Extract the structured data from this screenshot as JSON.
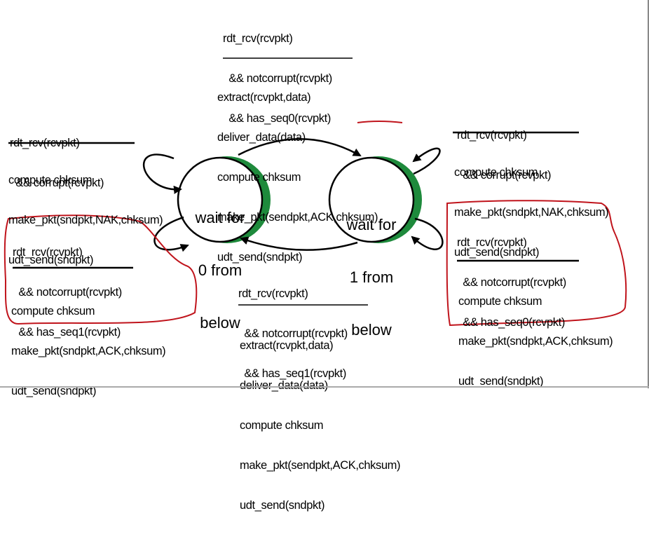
{
  "states": [
    {
      "id": "s0",
      "lines": [
        "wait for",
        "0 from",
        "below"
      ]
    },
    {
      "id": "s1",
      "lines": [
        "wait for",
        "1 from",
        "below"
      ]
    }
  ],
  "transitions": {
    "top": {
      "event": [
        "rdt_rcv(rcvpkt)",
        "  && notcorrupt(rcvpkt)",
        "  && has_seq0(rcvpkt)"
      ],
      "action": [
        "extract(rcvpkt,data)",
        "deliver_data(data)",
        "compute chksum",
        "make_pkt(sendpkt,ACK,chksum)",
        "udt_send(sndpkt)"
      ]
    },
    "left_upper": {
      "event": [
        "rdt_rcv(rcvpkt)",
        "  && corrupt(rcvpkt)"
      ],
      "action": [
        "compute chksum",
        "make_pkt(sndpkt,NAK,chksum)",
        "udt_send(sndpkt)"
      ]
    },
    "right_upper": {
      "event": [
        "rdt_rcv(rcvpkt)",
        "  && corrupt(rcvpkt)"
      ],
      "action": [
        "compute chksum",
        "make_pkt(sndpkt,NAK,chksum)",
        "udt_send(sndpkt)"
      ]
    },
    "left_lower": {
      "event": [
        "rdt_rcv(rcvpkt)",
        "  && notcorrupt(rcvpkt)",
        "  && has_seq1(rcvpkt)"
      ],
      "action": [
        "compute chksum",
        "make_pkt(sndpkt,ACK,chksum)",
        "udt_send(sndpkt)"
      ]
    },
    "right_lower": {
      "event": [
        "rdt_rcv(rcvpkt)",
        "  && notcorrupt(rcvpkt)",
        "  && has_seq0(rcvpkt)"
      ],
      "action": [
        "compute chksum",
        "make_pkt(sndpkt,ACK,chksum)",
        "udt_send(sndpkt)"
      ]
    },
    "bottom": {
      "event": [
        "rdt_rcv(rcvpkt)",
        "  && notcorrupt(rcvpkt)",
        "  && has_seq1(rcvpkt)"
      ],
      "action": [
        "extract(rcvpkt,data)",
        "deliver_data(data)",
        "compute chksum",
        "make_pkt(sendpkt,ACK,chksum)",
        "udt_send(sndpkt)"
      ]
    }
  },
  "colors": {
    "line": "#000000",
    "state_shadow": "#1e8a3c",
    "highlight": "#c0141c"
  }
}
